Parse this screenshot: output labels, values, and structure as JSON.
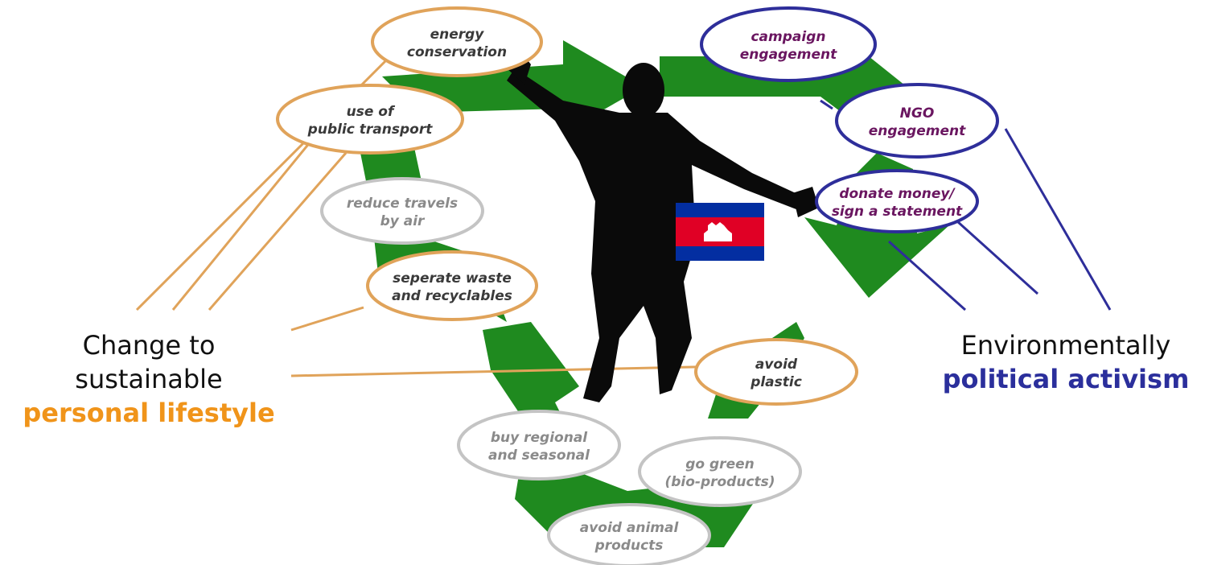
{
  "left_group": {
    "line1": "Change to",
    "line2": "sustainable",
    "highlight": "personal lifestyle",
    "color": "#f0941a"
  },
  "right_group": {
    "line1": "Environmentally",
    "highlight": "political activism",
    "color": "#2b2f9c"
  },
  "lifestyle_items": [
    {
      "line1": "energy",
      "line2": "conservation",
      "style": "orange"
    },
    {
      "line1": "use of",
      "line2": "public transport",
      "style": "orange"
    },
    {
      "line1": "reduce travels",
      "line2": "by air",
      "style": "grey"
    },
    {
      "line1": "seperate waste",
      "line2": "and recyclables",
      "style": "orange"
    },
    {
      "line1": "avoid",
      "line2": "plastic",
      "style": "orange"
    },
    {
      "line1": "buy regional",
      "line2": "and seasonal",
      "style": "grey"
    },
    {
      "line1": "go green",
      "line2": "(bio-products)",
      "style": "grey"
    },
    {
      "line1": "avoid animal",
      "line2": "products",
      "style": "grey"
    }
  ],
  "activism_items": [
    {
      "line1": "campaign",
      "line2": "engagement"
    },
    {
      "line1": "NGO",
      "line2": "engagement"
    },
    {
      "line1": "donate money/",
      "line2": "sign a statement"
    }
  ],
  "colors": {
    "arrow_green": "#1f8a1f",
    "orange_border": "#e0a35a",
    "grey_border": "#c4c4c4",
    "blue_border": "#2e2e9a",
    "silhouette": "#0a0a0a",
    "flag_blue": "#032ea1",
    "flag_red": "#e00025"
  },
  "icons": [
    "person-silhouette",
    "cambodia-flag"
  ]
}
